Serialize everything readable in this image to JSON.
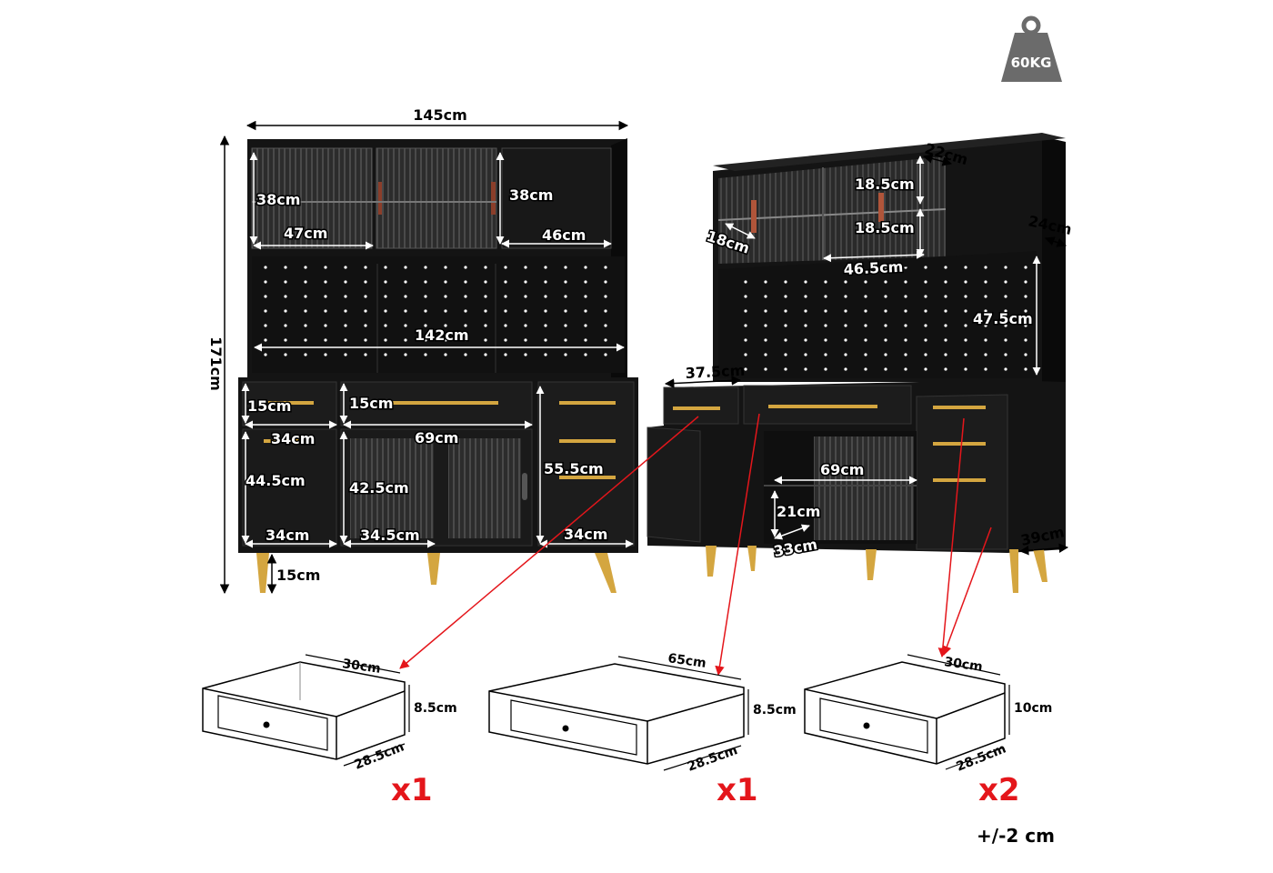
{
  "weight_badge": {
    "label": "60KG",
    "icon": "weight-icon"
  },
  "tolerance": "+/-2 cm",
  "front_view": {
    "width": "145cm",
    "height": "171cm",
    "top_left_h": "38cm",
    "top_left_w": "47cm",
    "top_right_h": "38cm",
    "top_right_w": "46cm",
    "pegboard_w": "142cm",
    "drawer_l_h": "15cm",
    "drawer_l_w": "34cm",
    "drawer_c_h": "15cm",
    "drawer_c_w": "69cm",
    "cab_l_h": "44.5cm",
    "cab_l_w": "34cm",
    "cab_c_h": "42.5cm",
    "cab_c_w": "34.5cm",
    "cab_r_h": "55.5cm",
    "cab_r_w": "34cm",
    "leg_h": "15cm"
  },
  "side_view": {
    "shelf_depth": "22cm",
    "upper_h1": "18.5cm",
    "upper_h2": "18.5cm",
    "upper_w": "46.5cm",
    "top_depth": "24cm",
    "inner_depth": "18cm",
    "pegboard_h": "47.5cm",
    "drawer_w": "37.5cm",
    "cab_w": "69cm",
    "shelf_h": "21cm",
    "shelf_d": "33cm",
    "base_depth": "39cm"
  },
  "drawers": [
    {
      "width": "30cm",
      "height": "8.5cm",
      "depth": "28.5cm",
      "qty": "x1"
    },
    {
      "width": "65cm",
      "height": "8.5cm",
      "depth": "28.5cm",
      "qty": "x1"
    },
    {
      "width": "30cm",
      "height": "10cm",
      "depth": "28.5cm",
      "qty": "x2"
    }
  ],
  "colors": {
    "cabinet": "#141414",
    "accent_gold": "#d4a640",
    "arrow_red": "#e4161b",
    "badge": "#6b6b6b"
  }
}
